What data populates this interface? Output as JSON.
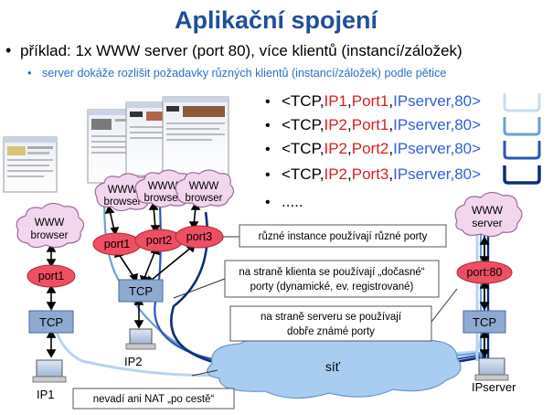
{
  "title": "Aplikační spojení",
  "bullet1": "příklad: 1x WWW server (port 80), více klientů (instancí/záložek)",
  "bullet2": "server dokáže rozlišit požadavky různých klientů (instancí/záložek) podle pětice",
  "tuples": [
    {
      "parts": [
        {
          "t": "<TCP,",
          "c": "black"
        },
        {
          "t": "IP1",
          "c": "red"
        },
        {
          "t": ",",
          "c": "black"
        },
        {
          "t": "Port1",
          "c": "red"
        },
        {
          "t": ",",
          "c": "black"
        },
        {
          "t": "IPserver",
          "c": "blue"
        },
        {
          "t": ",80>",
          "c": "blue"
        }
      ]
    },
    {
      "parts": [
        {
          "t": "<TCP,",
          "c": "black"
        },
        {
          "t": "IP2",
          "c": "red"
        },
        {
          "t": ",",
          "c": "black"
        },
        {
          "t": "Port1",
          "c": "red"
        },
        {
          "t": ",",
          "c": "black"
        },
        {
          "t": "IPserver",
          "c": "blue"
        },
        {
          "t": ",80>",
          "c": "blue"
        }
      ]
    },
    {
      "parts": [
        {
          "t": "<TCP,",
          "c": "black"
        },
        {
          "t": "IP2",
          "c": "red"
        },
        {
          "t": ",",
          "c": "black"
        },
        {
          "t": "Port2",
          "c": "red"
        },
        {
          "t": ",",
          "c": "black"
        },
        {
          "t": "IPserver",
          "c": "blue"
        },
        {
          "t": ",80>",
          "c": "blue"
        }
      ]
    },
    {
      "parts": [
        {
          "t": "<TCP,",
          "c": "black"
        },
        {
          "t": "IP2",
          "c": "red"
        },
        {
          "t": ",",
          "c": "black"
        },
        {
          "t": "Port3",
          "c": "red"
        },
        {
          "t": ",",
          "c": "black"
        },
        {
          "t": "IPserver",
          "c": "blue"
        },
        {
          "t": ",80>",
          "c": "blue"
        }
      ]
    }
  ],
  "ellipsis": ".....",
  "bullet_char": "•",
  "clouds": {
    "browser_left": [
      "WWW",
      "browser"
    ],
    "browser_1": [
      "WWW",
      "browser"
    ],
    "browser_2": [
      "WWW",
      "browser"
    ],
    "browser_3": [
      "WWW",
      "browser"
    ],
    "server": [
      "WWW",
      "server"
    ]
  },
  "ports": {
    "left": "port1",
    "p1": "port1",
    "p2": "port2",
    "p3": "port3",
    "server": "port:80"
  },
  "tcp_label": "TCP",
  "hosts": {
    "ip1": "IP1",
    "ip2": "IP2",
    "ipserver": "IPserver"
  },
  "network": "síť",
  "callouts": {
    "instances": "různé instance používají různé porty",
    "client_line1": "na straně klienta se používají „dočasné“",
    "client_line2": "porty (dynamické, ev. registrované)",
    "server_line1": "na straně serveru se používají",
    "server_line2": "dobře známé porty",
    "nat": "nevadí ani NAT „po cestě“"
  },
  "colors": {
    "title": "#1f4e9c",
    "sub_bullet": "#2b6fc7",
    "red": "#d81f1f",
    "blue": "#2f5fe0",
    "cloud_fill": "#f2d6ee",
    "cloud_stroke": "#9a6b9a",
    "port_fill": "#ee4f63",
    "tcp_fill": "#8faad1",
    "net_fill": "#a8cdf0",
    "line_light": "#b9d4ef",
    "line_mid": "#6e9fd6",
    "line_dark": "#2a56b8",
    "line_darkest": "#0e2e7a"
  }
}
